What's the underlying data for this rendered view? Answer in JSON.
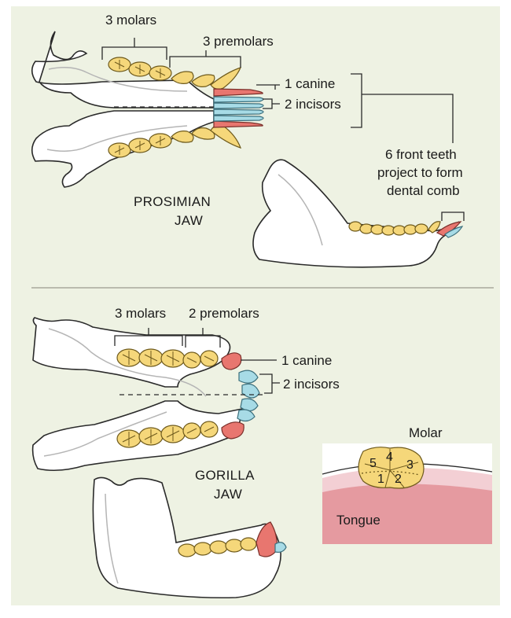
{
  "prosimian": {
    "label_molars": "3 molars",
    "label_premolars": "3 premolars",
    "label_canine": "1 canine",
    "label_incisors": "2 incisors",
    "comb_line1": "6 front teeth",
    "comb_line2": "project to form",
    "comb_line3": "dental comb",
    "caption_line1": "PROSIMIAN",
    "caption_line2": "JAW"
  },
  "gorilla": {
    "label_molars": "3 molars",
    "label_premolars": "2 premolars",
    "label_canine": "1 canine",
    "label_incisors": "2 incisors",
    "caption_line1": "GORILLA",
    "caption_line2": "JAW"
  },
  "molar_inset": {
    "title": "Molar",
    "tongue": "Tongue",
    "cusps": [
      "1",
      "2",
      "3",
      "4",
      "5"
    ]
  },
  "colors": {
    "background": "#eef2e3",
    "molar": "#f5d77a",
    "canine": "#e8766f",
    "incisor": "#a7dbe6",
    "tongue": "#e59aa0"
  }
}
